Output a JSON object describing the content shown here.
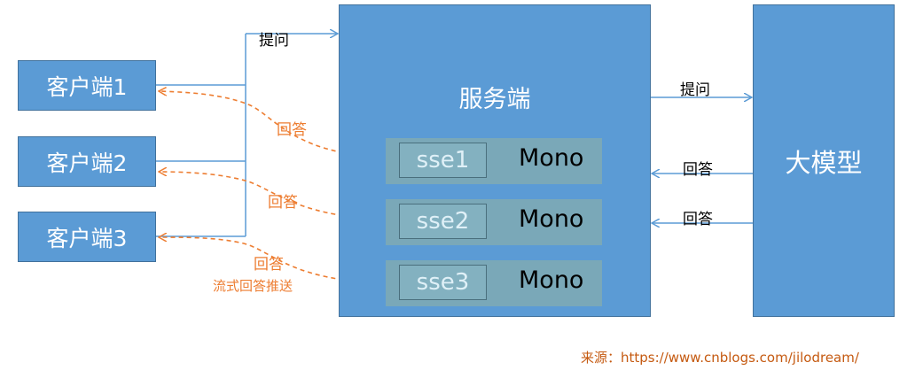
{
  "clients": [
    {
      "label": "客户端1"
    },
    {
      "label": "客户端2"
    },
    {
      "label": "客户端3"
    }
  ],
  "server": {
    "title": "服务端",
    "connections": [
      {
        "sse": "sse1",
        "mono": "Mono"
      },
      {
        "sse": "sse2",
        "mono": "Mono"
      },
      {
        "sse": "sse3",
        "mono": "Mono"
      }
    ]
  },
  "model": {
    "label": "大模型"
  },
  "edges": {
    "ask_left": "提问",
    "ask_right": "提问",
    "answer_right_1": "回答",
    "answer_right_2": "回答",
    "answer_1": "回答",
    "answer_2": "回答",
    "answer_3": "回答",
    "stream_note": "流式回答推送"
  },
  "source": "来源：https://www.cnblogs.com/jilodream/",
  "colors": {
    "box_fill": "#5b9bd5",
    "connection_fill": "#7aa8b8",
    "request_line": "#5b9bd5",
    "answer_line": "#ed7d31"
  }
}
